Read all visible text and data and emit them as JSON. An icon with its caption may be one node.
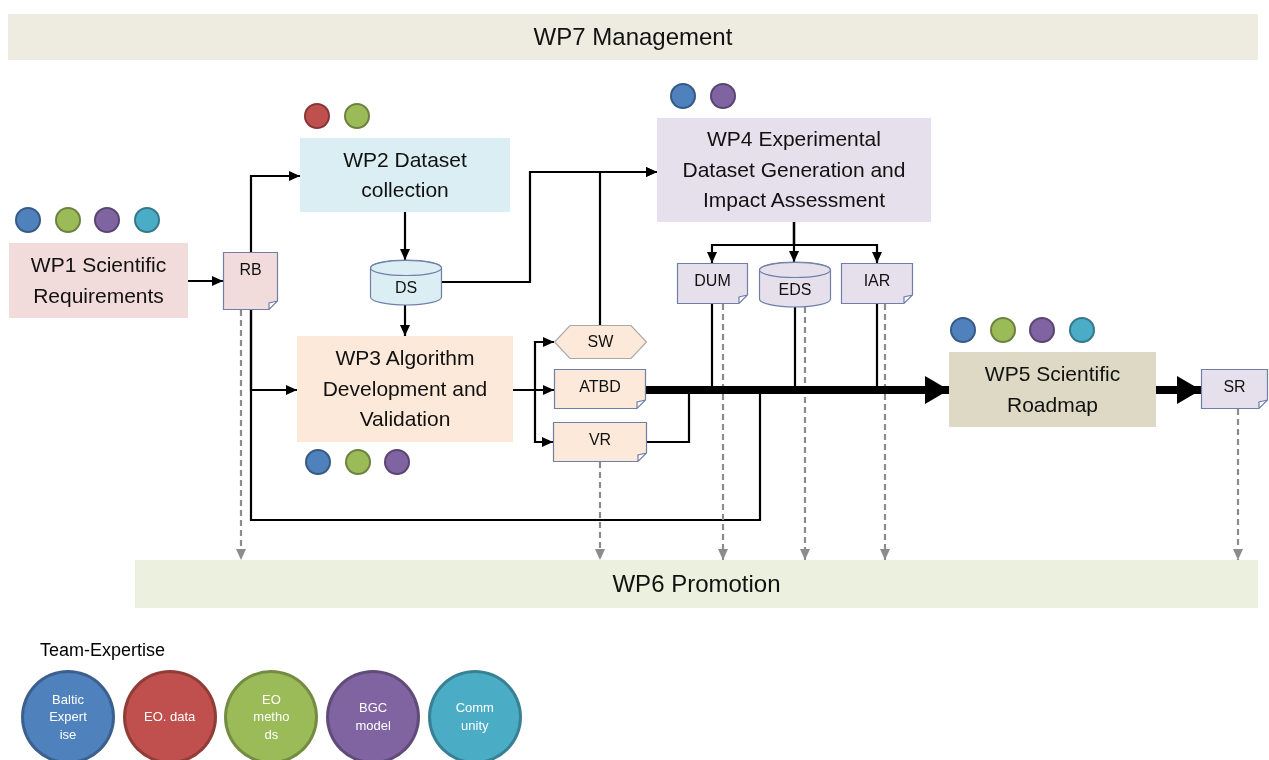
{
  "diagram": {
    "nodes": [
      {
        "text": [
          "WP7 Management"
        ]
      },
      {
        "text": [
          "WP1 Scientific Requirements"
        ]
      },
      {
        "text": [
          "RB"
        ]
      },
      {
        "text": [
          "WP2 Dataset collection"
        ]
      },
      {
        "text": [
          "DS"
        ]
      },
      {
        "text": [
          "WP3 Algorithm Development and Validation"
        ]
      },
      {
        "text": [
          "WP4 Experimental Dataset Generation and Impact Assessment"
        ]
      },
      {
        "text": [
          "DUM"
        ]
      },
      {
        "text": [
          "EDS"
        ]
      },
      {
        "text": [
          "IAR"
        ]
      },
      {
        "text": [
          "SW"
        ]
      },
      {
        "text": [
          "ATBD"
        ]
      },
      {
        "text": [
          "VR"
        ]
      },
      {
        "text": [
          "WP5 Scientific Roadmap"
        ]
      },
      {
        "text": [
          "SR"
        ]
      },
      {
        "text": [
          "WP6 Promotion"
        ]
      }
    ],
    "edges": [
      {
        "from": 1,
        "to": 2,
        "arrow": "to"
      },
      {
        "from": 2,
        "to": 3,
        "arrow": "to"
      },
      {
        "from": 2,
        "to": 5,
        "arrow": "to"
      },
      {
        "from": 2,
        "to": 13,
        "arrow": "to"
      },
      {
        "from": 3,
        "to": 4,
        "arrow": "to"
      },
      {
        "from": 4,
        "to": 5,
        "arrow": "to"
      },
      {
        "from": 4,
        "to": 6,
        "arrow": "to"
      },
      {
        "from": 10,
        "to": 6,
        "arrow": "to"
      },
      {
        "from": 5,
        "to": 10,
        "arrow": "to"
      },
      {
        "from": 5,
        "to": 11,
        "arrow": "to"
      },
      {
        "from": 5,
        "to": 12,
        "arrow": "to"
      },
      {
        "from": 6,
        "to": 7,
        "arrow": "to"
      },
      {
        "from": 6,
        "to": 8,
        "arrow": "to"
      },
      {
        "from": 6,
        "to": 9,
        "arrow": "to"
      },
      {
        "from": 11,
        "to": 13,
        "arrow": "to",
        "style": "thick"
      },
      {
        "from": 12,
        "to": 13,
        "arrow": "to"
      },
      {
        "from": 7,
        "to": 13,
        "arrow": "to"
      },
      {
        "from": 8,
        "to": 13,
        "arrow": "to"
      },
      {
        "from": 9,
        "to": 13,
        "arrow": "to"
      },
      {
        "from": 13,
        "to": 14,
        "arrow": "to",
        "style": "thick"
      },
      {
        "from": 2,
        "to": 15,
        "arrow": "to",
        "style": "dashed",
        "color": "#8c8c8c"
      },
      {
        "from": 12,
        "to": 15,
        "arrow": "to",
        "style": "dashed",
        "color": "#8c8c8c"
      },
      {
        "from": 7,
        "to": 15,
        "arrow": "to",
        "style": "dashed",
        "color": "#8c8c8c"
      },
      {
        "from": 8,
        "to": 15,
        "arrow": "to",
        "style": "dashed",
        "color": "#8c8c8c"
      },
      {
        "from": 9,
        "to": 15,
        "arrow": "to",
        "style": "dashed",
        "color": "#8c8c8c"
      },
      {
        "from": 14,
        "to": 15,
        "arrow": "to",
        "style": "dashed",
        "color": "#8c8c8c"
      }
    ],
    "labels": [
      "Team-Expertise"
    ],
    "legend": [
      {
        "text": "Baltic Expert ise",
        "color": "#4f81bd"
      },
      {
        "text": "EO. data",
        "color": "#c0504d"
      },
      {
        "text": "EO metho ds",
        "color": "#9bbb59"
      },
      {
        "text": "BGC model",
        "color": "#8064a2"
      },
      {
        "text": "Comm unity",
        "color": "#4bacc6"
      }
    ]
  }
}
